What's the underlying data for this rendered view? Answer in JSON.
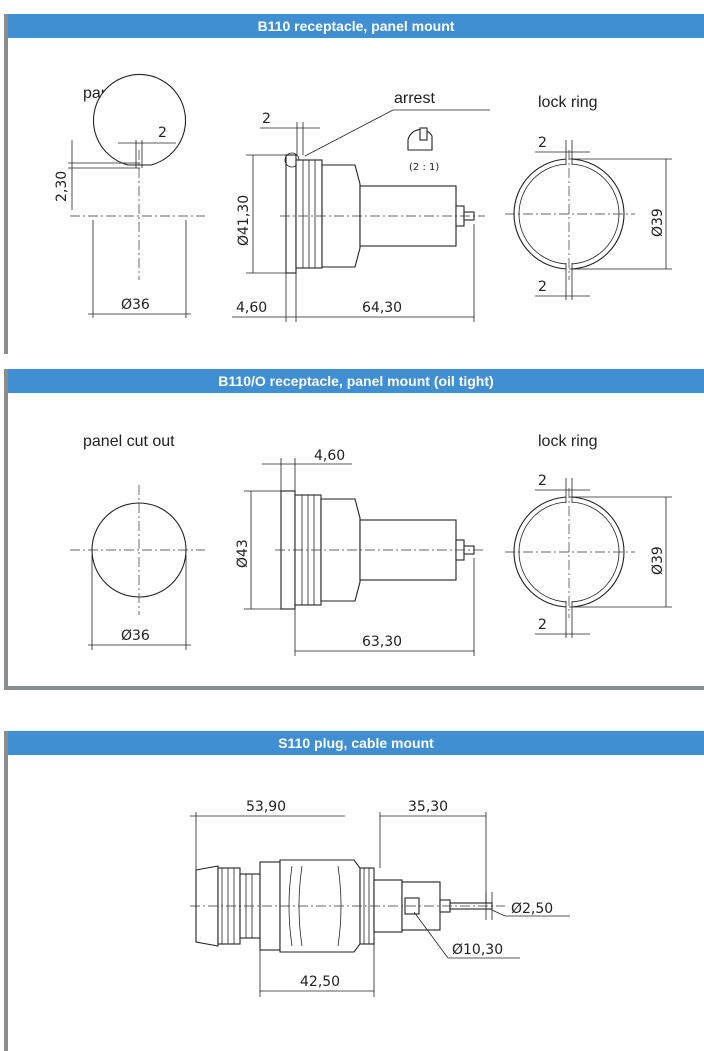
{
  "sections": {
    "b110": {
      "title": "B110 receptacle, panel mount",
      "panel_label": "panel cut out",
      "arrest_label": "arrest",
      "lock_label": "lock ring",
      "scale_label": "(2 : 1)",
      "dims": {
        "cut_w": "2",
        "cut_h": "2,30",
        "cut_dia": "Ø36",
        "gap": "2",
        "body_dia": "Ø41,30",
        "flange": "4,60",
        "length": "64,30",
        "ring_top": "2",
        "ring_bottom": "2",
        "ring_dia": "Ø39"
      }
    },
    "b110o": {
      "title": "B110/O receptacle, panel mount (oil tight)",
      "panel_label": "panel cut out",
      "lock_label": "lock ring",
      "dims": {
        "cut_dia": "Ø36",
        "flange": "4,60",
        "body_dia": "Ø43",
        "length": "63,30",
        "ring_top": "2",
        "ring_bottom": "2",
        "ring_dia": "Ø39"
      }
    },
    "s110": {
      "title": "S110 plug, cable mount",
      "dims": {
        "left_len": "53,90",
        "right_len": "35,30",
        "pin_dia": "Ø2,50",
        "mid_len": "42,50",
        "contact_dia": "Ø10,30"
      }
    }
  }
}
